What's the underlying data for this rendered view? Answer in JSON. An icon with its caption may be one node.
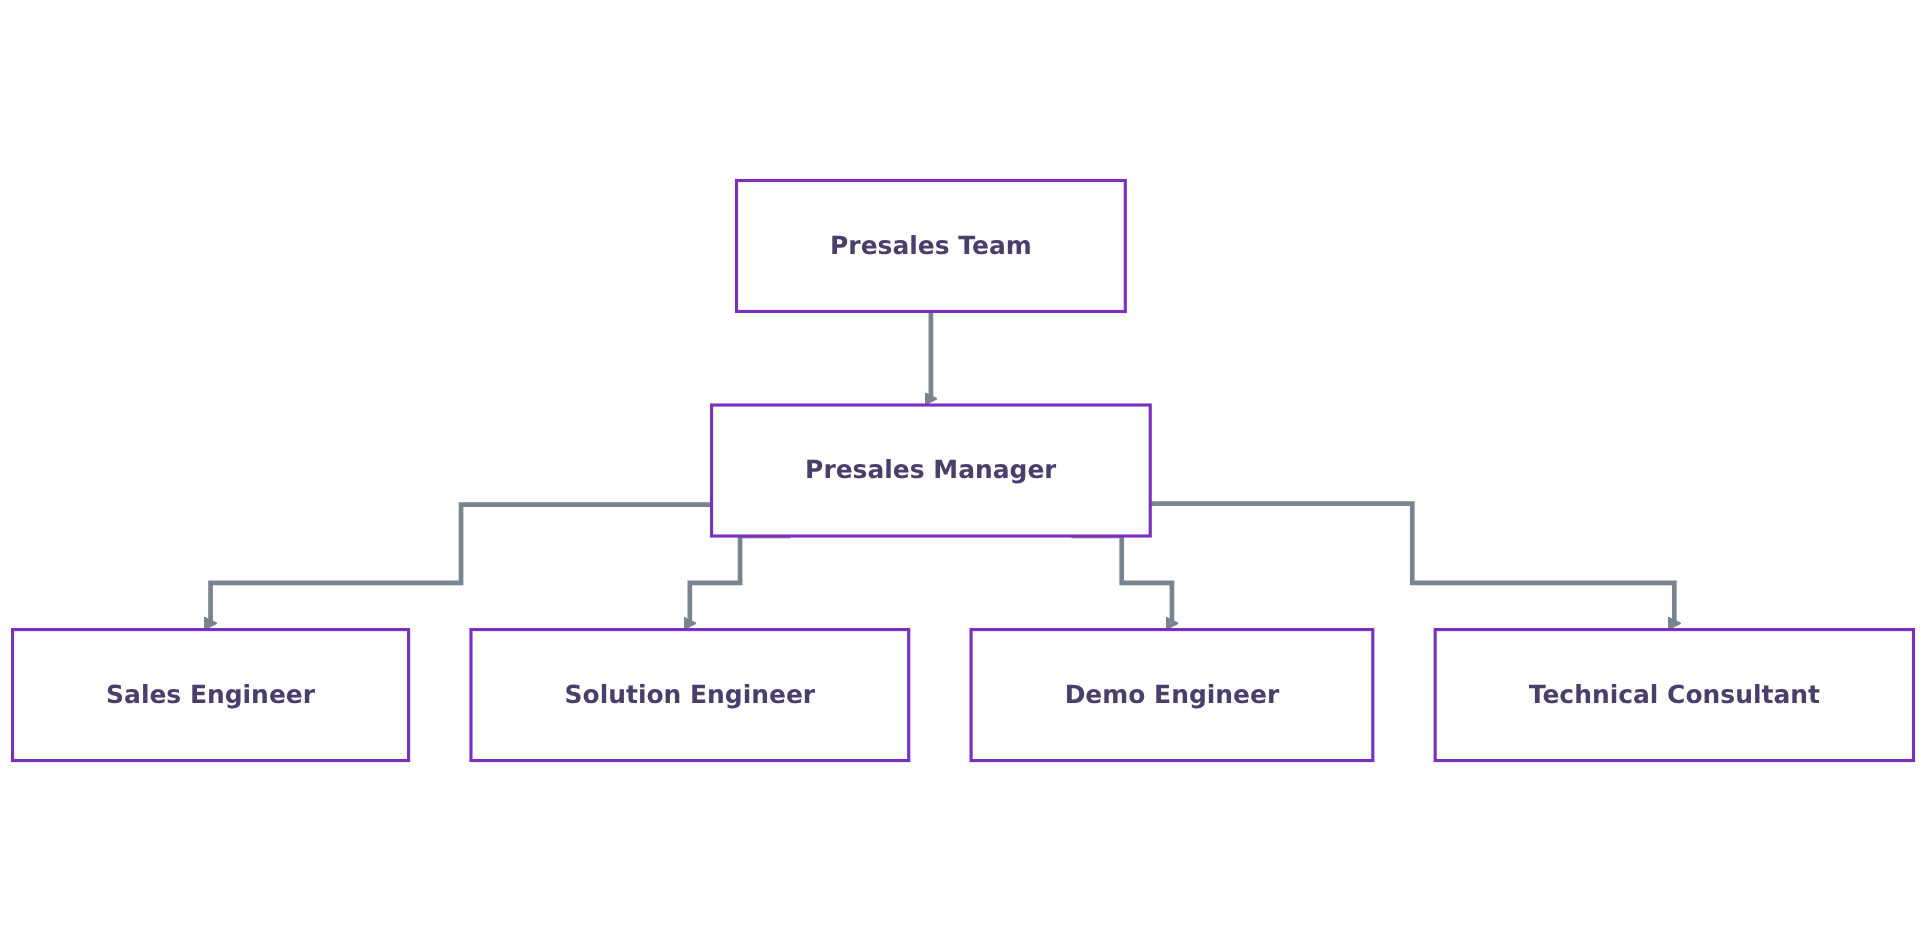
{
  "diagram": {
    "nodes": [
      {
        "text": [
          "Presales Team"
        ]
      },
      {
        "text": [
          "Presales Manager"
        ]
      },
      {
        "text": [
          "Sales Engineer"
        ]
      },
      {
        "text": [
          "Solution Engineer"
        ]
      },
      {
        "text": [
          "Demo Engineer"
        ]
      },
      {
        "text": [
          "Technical Consultant"
        ]
      }
    ],
    "edges": [
      {
        "from": 0,
        "to": 1,
        "arrow": "to"
      },
      {
        "from": 1,
        "to": 2,
        "arrow": "to"
      },
      {
        "from": 1,
        "to": 3,
        "arrow": "to"
      },
      {
        "from": 1,
        "to": 4,
        "arrow": "to"
      },
      {
        "from": 1,
        "to": 5,
        "arrow": "to"
      }
    ]
  }
}
